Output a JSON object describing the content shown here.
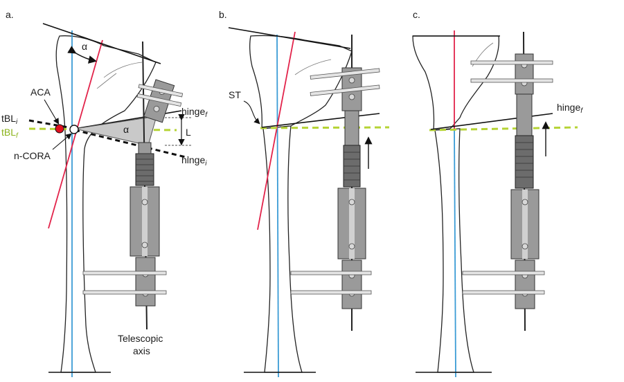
{
  "panels": {
    "a": {
      "label": "a.",
      "alpha_top": "α",
      "alpha_hinge": "α",
      "aca": "ACA",
      "tbl_i": "tBL",
      "tbl_i_sub": "i",
      "tbl_f": "tBL",
      "tbl_f_sub": "f",
      "ncora": "n-CORA",
      "hinge_f": "hinge",
      "hinge_f_sub": "f",
      "hinge_i": "hinge",
      "hinge_i_sub": "i",
      "L": "L",
      "telescopic_1": "Telescopic",
      "telescopic_2": "axis"
    },
    "b": {
      "label": "b.",
      "st": "ST"
    },
    "c": {
      "label": "c.",
      "hinge_f": "hinge",
      "hinge_f_sub": "f"
    }
  },
  "colors": {
    "mechanical_axis": "#3a9bd5",
    "anatomical_axis": "#e2234a",
    "tbl_final": "#b5d334",
    "aca_marker": "#e2101e"
  },
  "icons": {
    "arrow_up": "arrow-up-icon",
    "double_arrow": "double-arrow-icon"
  }
}
